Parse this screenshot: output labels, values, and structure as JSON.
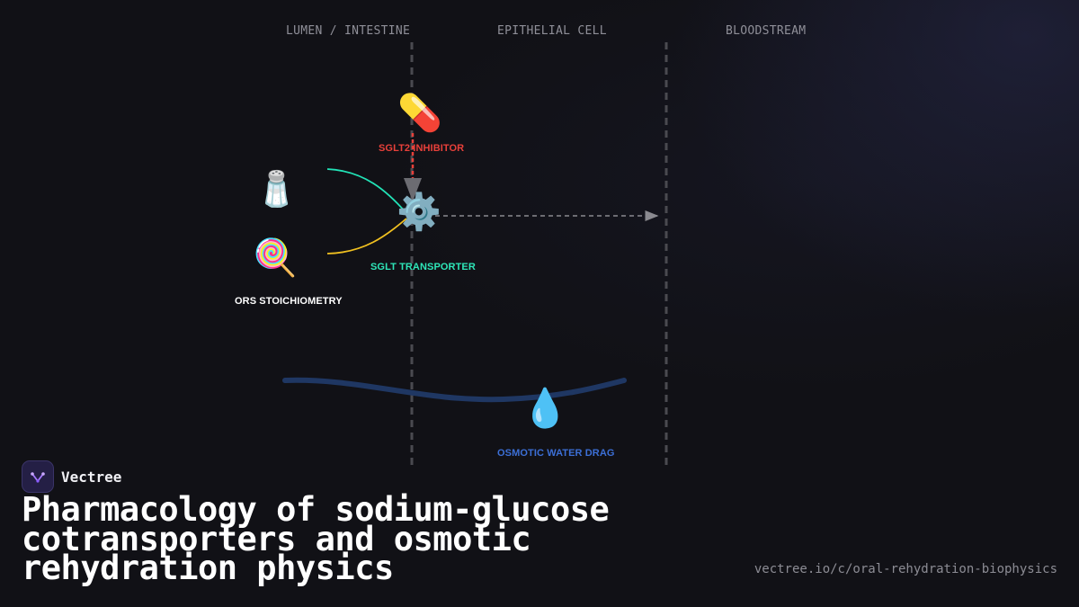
{
  "columns": {
    "lumen": "LUMEN / INTESTINE",
    "epithelial": "EPITHELIAL CELL",
    "blood": "BLOODSTREAM"
  },
  "nodes": {
    "inhibitor": {
      "icon": "pill-icon",
      "glyph": "💊",
      "label": "SGLT2 INHIBITOR"
    },
    "salt": {
      "icon": "salt-shaker-icon",
      "glyph": "🧂"
    },
    "sugar": {
      "icon": "lollipop-icon",
      "glyph": "🍭"
    },
    "ors": {
      "label": "ORS STOICHIOMETRY"
    },
    "transporter": {
      "icon": "gear-icon",
      "glyph": "⚙️",
      "label": "SGLT TRANSPORTER"
    },
    "water": {
      "icon": "droplet-icon",
      "glyph": "💧",
      "label": "OSMOTIC WATER DRAG"
    }
  },
  "colors": {
    "inhibitor": "#e8403a",
    "sodium_path": "#22e3b7",
    "glucose_path": "#f0c020",
    "transporter": "#2ee6b8",
    "water": "#3c6fd6",
    "water_wave": "#1f3763",
    "membrane": "#4a4a50"
  },
  "brand": {
    "name": "Vectree",
    "icon": "vectree-logo-icon"
  },
  "title": "Pharmacology of sodium-glucose cotransporters and osmotic rehydration physics",
  "url": "vectree.io/c/oral-rehydration-biophysics"
}
